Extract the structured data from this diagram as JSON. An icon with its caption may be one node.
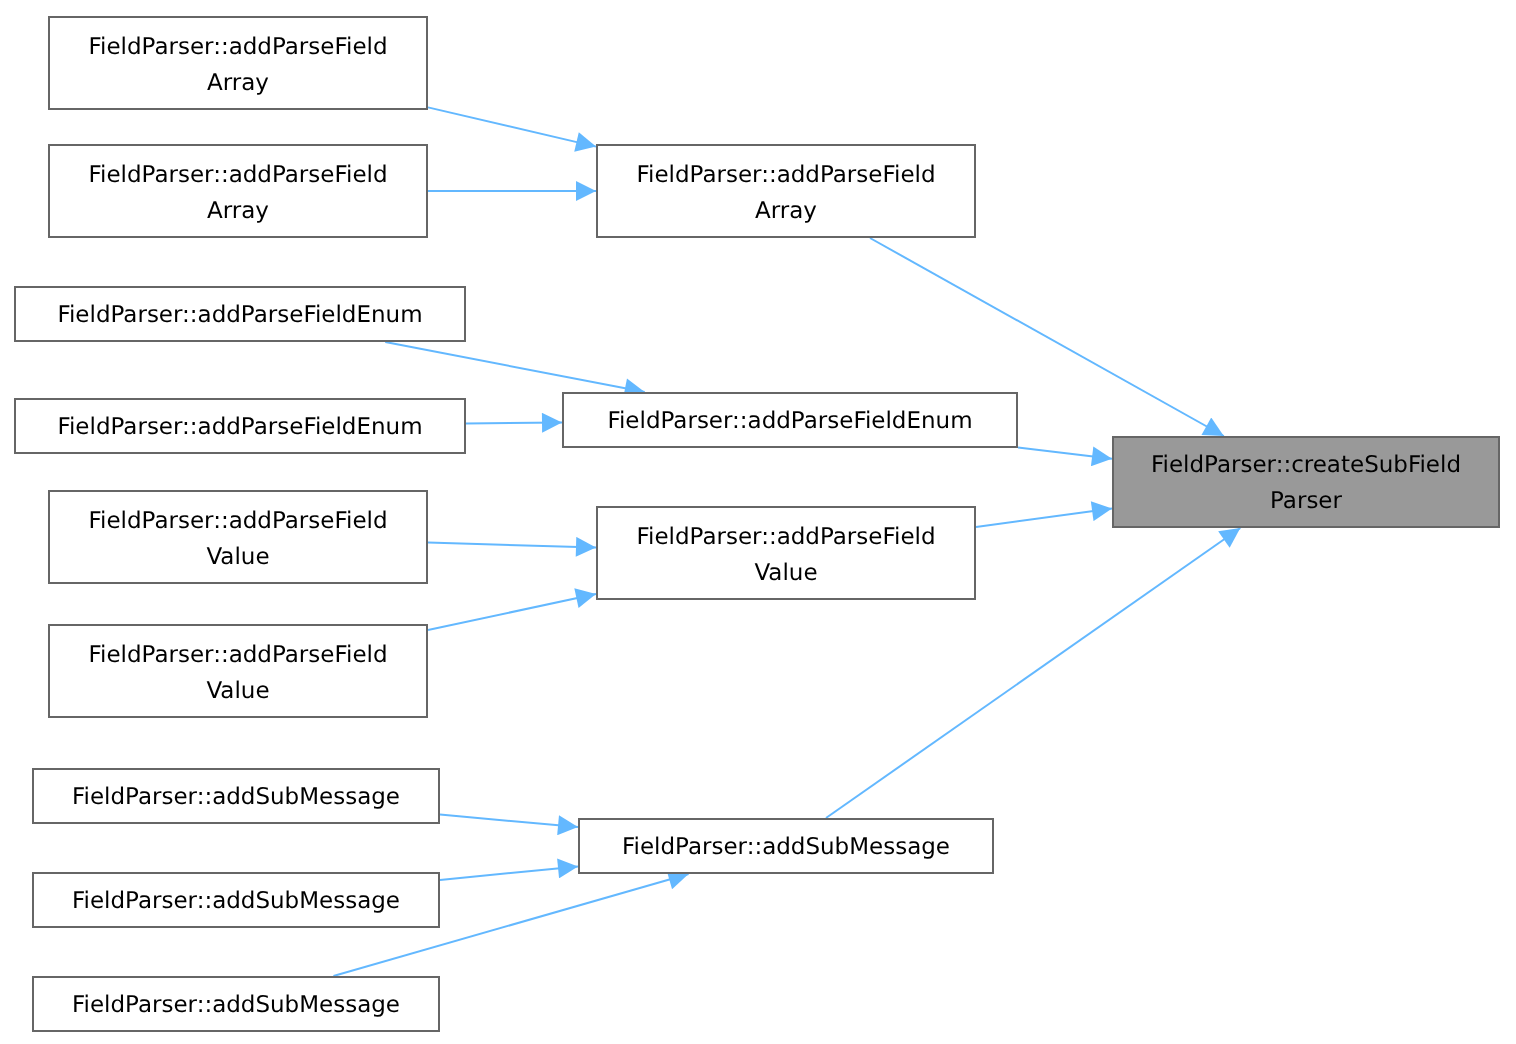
{
  "diagram": {
    "nodes": [
      {
        "text": [
          "FieldParser::addParseField Array"
        ]
      },
      {
        "text": [
          "FieldParser::addParseField Array"
        ]
      },
      {
        "text": [
          "FieldParser::addParseFieldEnum"
        ]
      },
      {
        "text": [
          "FieldParser::addParseFieldEnum"
        ]
      },
      {
        "text": [
          "FieldParser::addParseField Value"
        ]
      },
      {
        "text": [
          "FieldParser::addParseField Value"
        ]
      },
      {
        "text": [
          "FieldParser::addSubMessage"
        ]
      },
      {
        "text": [
          "FieldParser::addSubMessage"
        ]
      },
      {
        "text": [
          "FieldParser::addSubMessage"
        ]
      },
      {
        "text": [
          "FieldParser::addParseField Array"
        ]
      },
      {
        "text": [
          "FieldParser::addParseFieldEnum"
        ]
      },
      {
        "text": [
          "FieldParser::addParseField Value"
        ]
      },
      {
        "text": [
          "FieldParser::addSubMessage"
        ]
      },
      {
        "text": [
          "FieldParser::createSubField Parser"
        ]
      }
    ],
    "edges": [
      {
        "from": 0,
        "to": 9,
        "arrow": "to"
      },
      {
        "from": 1,
        "to": 9,
        "arrow": "to"
      },
      {
        "from": 2,
        "to": 10,
        "arrow": "to"
      },
      {
        "from": 3,
        "to": 10,
        "arrow": "to"
      },
      {
        "from": 4,
        "to": 11,
        "arrow": "to"
      },
      {
        "from": 5,
        "to": 11,
        "arrow": "to"
      },
      {
        "from": 6,
        "to": 12,
        "arrow": "to"
      },
      {
        "from": 7,
        "to": 12,
        "arrow": "to"
      },
      {
        "from": 8,
        "to": 12,
        "arrow": "to"
      },
      {
        "from": 9,
        "to": 13,
        "arrow": "to"
      },
      {
        "from": 10,
        "to": 13,
        "arrow": "to"
      },
      {
        "from": 11,
        "to": 13,
        "arrow": "to"
      },
      {
        "from": 12,
        "to": 13,
        "arrow": "to"
      }
    ]
  }
}
